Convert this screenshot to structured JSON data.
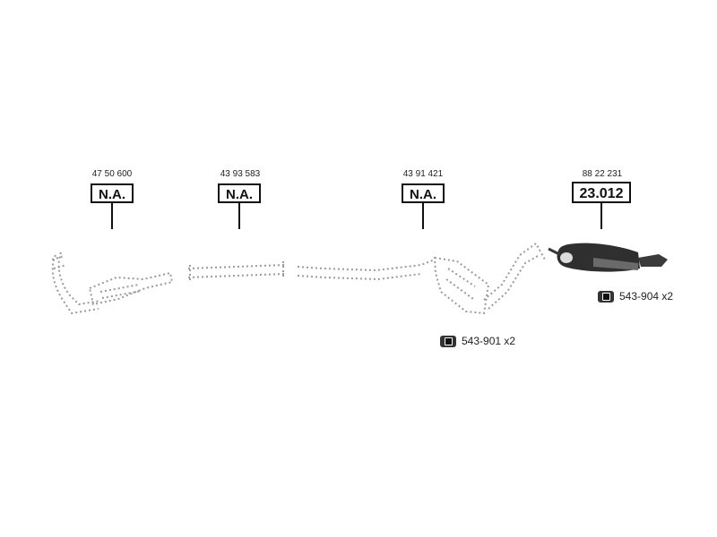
{
  "parts": [
    {
      "oem": "47 50 600",
      "code": "N.A.",
      "available": false
    },
    {
      "oem": "43 93 583",
      "code": "N.A.",
      "available": false
    },
    {
      "oem": "43 91 421",
      "code": "N.A.",
      "available": false
    },
    {
      "oem": "88 22 231",
      "code": "23.012",
      "available": true
    }
  ],
  "accessories": [
    {
      "label": "543-904 x2",
      "icon": "rubber-hanger-icon"
    },
    {
      "label": "543-901 x2",
      "icon": "rubber-hanger-icon"
    }
  ],
  "colors": {
    "outline": "#111111",
    "muted": "#9a9a9a",
    "part": "#3a3a3a"
  }
}
